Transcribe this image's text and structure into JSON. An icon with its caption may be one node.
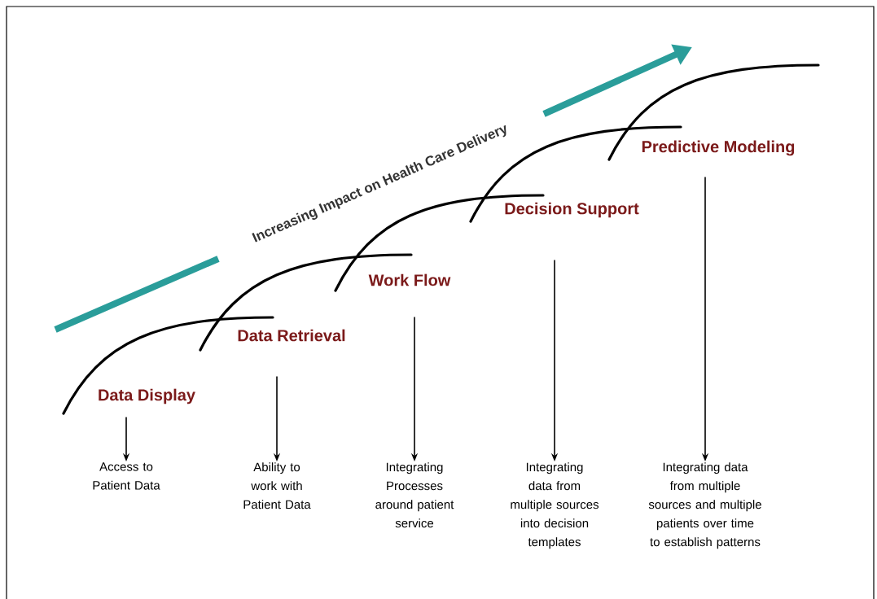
{
  "diagram": {
    "nodes": [
      {
        "text": [
          "Data Display"
        ]
      },
      {
        "text": [
          "Access to Patient Data"
        ]
      },
      {
        "text": [
          "Data Retrieval"
        ]
      },
      {
        "text": [
          "Ability to work with Patient Data"
        ]
      },
      {
        "text": [
          "Work Flow"
        ]
      },
      {
        "text": [
          "Integrating Processes around patient service"
        ]
      },
      {
        "text": [
          "Decision Support"
        ]
      },
      {
        "text": [
          "Integrating data from multiple sources into decision templates"
        ]
      },
      {
        "text": [
          "Predictive Modeling"
        ]
      },
      {
        "text": [
          "Integrating data from multiple sources and multiple patients over time to establish patterns"
        ]
      }
    ],
    "edges": [
      {
        "from": 0,
        "to": 1,
        "arrow": "to"
      },
      {
        "from": 2,
        "to": 3,
        "arrow": "to"
      },
      {
        "from": 4,
        "to": 5,
        "arrow": "to"
      },
      {
        "from": 6,
        "to": 7,
        "arrow": "to"
      },
      {
        "from": 8,
        "to": 9,
        "arrow": "to"
      }
    ],
    "labels": [
      "Increasing Impact on Health Care Delivery"
    ]
  }
}
